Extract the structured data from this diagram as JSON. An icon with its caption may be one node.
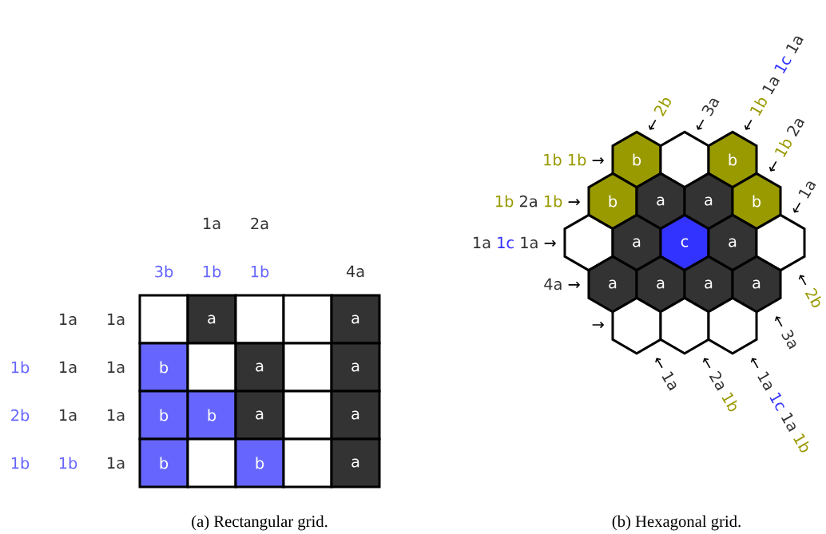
{
  "diagram": {
    "nodes": [
      {
        "text": [],
        "shape": "box"
      },
      {
        "text": [
          "a"
        ]
      },
      {
        "text": [],
        "shape": "box"
      },
      {
        "text": [],
        "shape": "box"
      },
      {
        "text": [
          "a"
        ]
      },
      {
        "text": [
          "b"
        ]
      },
      {
        "text": [],
        "shape": "box"
      },
      {
        "text": [
          "a"
        ]
      },
      {
        "text": [],
        "shape": "box"
      },
      {
        "text": [
          "a"
        ]
      },
      {
        "text": [
          "b"
        ]
      },
      {
        "text": [
          "b"
        ]
      },
      {
        "text": [
          "a"
        ]
      },
      {
        "text": [],
        "shape": "box"
      },
      {
        "text": [
          "a"
        ]
      },
      {
        "text": [
          "b"
        ]
      },
      {
        "text": [],
        "shape": "box"
      },
      {
        "text": [
          "b"
        ]
      },
      {
        "text": [],
        "shape": "box"
      },
      {
        "text": [
          "a"
        ]
      },
      {
        "text": [
          "b"
        ]
      },
      {
        "text": [],
        "shape": "hexagon"
      },
      {
        "text": [
          "b"
        ]
      },
      {
        "text": [
          "b"
        ]
      },
      {
        "text": [
          "a"
        ]
      },
      {
        "text": [
          "a"
        ]
      },
      {
        "text": [
          "b"
        ]
      },
      {
        "text": [],
        "shape": "hexagon"
      },
      {
        "text": [
          "a"
        ]
      },
      {
        "text": [
          "c"
        ]
      },
      {
        "text": [
          "a"
        ]
      },
      {
        "text": [],
        "shape": "hexagon"
      },
      {
        "text": [
          "a"
        ]
      },
      {
        "text": [
          "a"
        ]
      },
      {
        "text": [
          "a"
        ]
      },
      {
        "text": [
          "a"
        ]
      },
      {
        "text": [],
        "shape": "hexagon"
      },
      {
        "text": [],
        "shape": "hexagon"
      },
      {
        "text": [],
        "shape": "hexagon"
      }
    ],
    "labels": [
      "1a",
      "2a",
      "3b",
      "1b",
      "1b",
      "4a",
      "1a",
      "1a",
      "1b",
      "1a",
      "1a",
      "2b",
      "1a",
      "1a",
      "1b",
      "1b",
      "1a",
      "←",
      "2b",
      "←",
      "3a",
      "←",
      "1b",
      "1a",
      "1c",
      "1a",
      "←",
      "1b",
      "2a",
      "←",
      "1a",
      "1b",
      "1b",
      "→",
      "1b",
      "2a",
      "1b",
      "→",
      "1a",
      "1c",
      "1a",
      "→",
      "4a",
      "→",
      "→",
      "←",
      "2b",
      "←",
      "3a",
      "←",
      "1a",
      "1c",
      "1a",
      "1b",
      "←",
      "2a",
      "1b",
      "←",
      "1a",
      "(a) Rectangular grid.",
      "(b) Hexagonal grid."
    ]
  }
}
